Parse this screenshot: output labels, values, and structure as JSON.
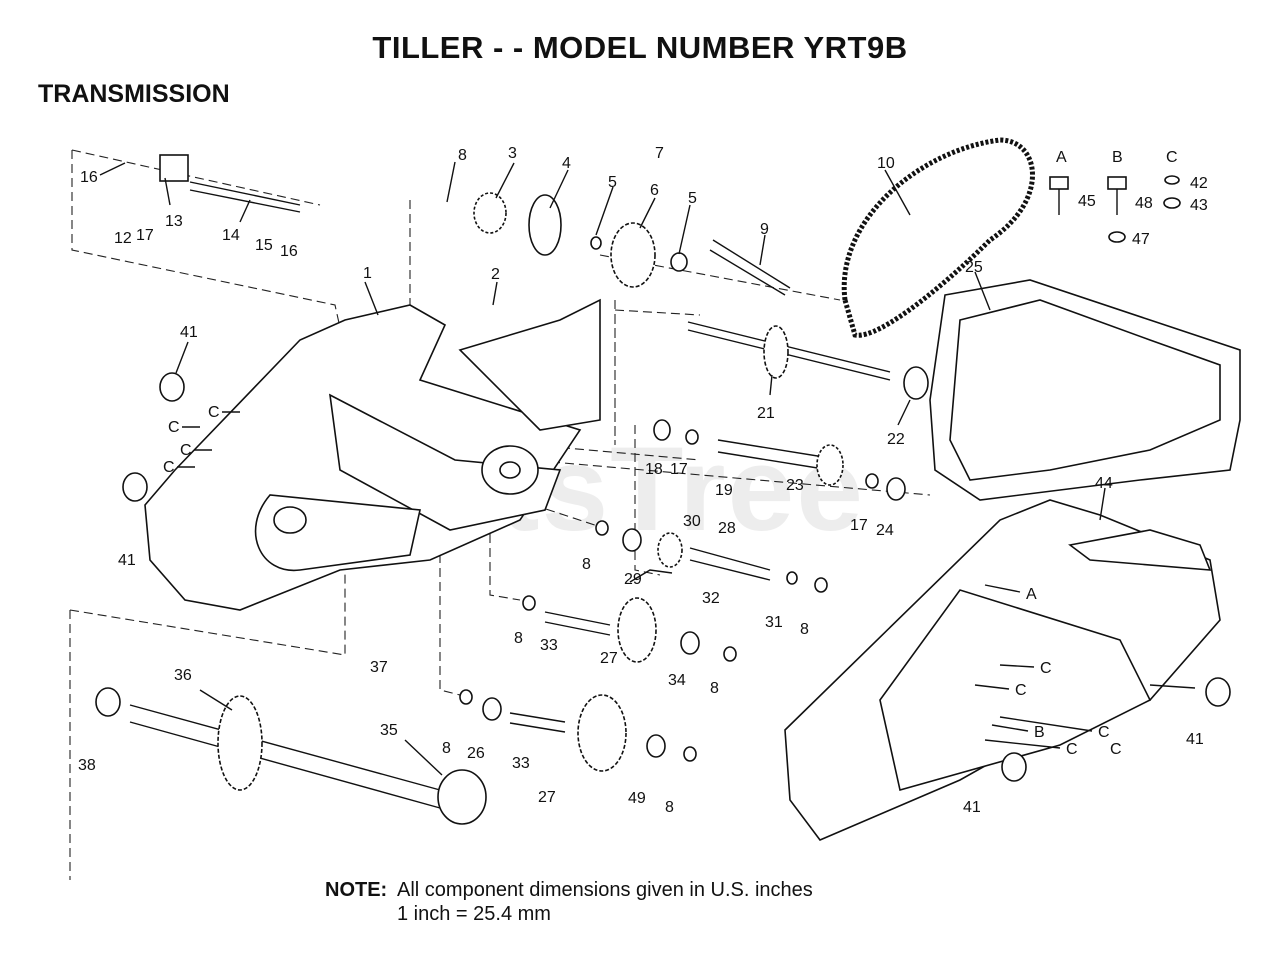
{
  "title": "TILLER - - MODEL NUMBER YRT9B",
  "section": "TRANSMISSION",
  "watermark": "PartsTree",
  "note": {
    "label": "NOTE:",
    "line1": "All component dimensions given in U.S. inches",
    "line2": "1 inch = 25.4 mm"
  },
  "callouts": [
    "16",
    "17",
    "12",
    "13",
    "14",
    "15",
    "16",
    "8",
    "3",
    "4",
    "5",
    "6",
    "7",
    "5",
    "9",
    "2",
    "1",
    "10",
    "25",
    "41",
    "21",
    "22",
    "18",
    "17",
    "19",
    "23",
    "17",
    "24",
    "44",
    "41",
    "8",
    "30",
    "28",
    "29",
    "32",
    "31",
    "8",
    "8",
    "33",
    "27",
    "34",
    "8",
    "37",
    "36",
    "38",
    "35",
    "8",
    "26",
    "33",
    "27",
    "49",
    "8",
    "41",
    "41"
  ],
  "hardware_letters": [
    "A",
    "B",
    "C"
  ],
  "hardware_numbers": [
    "45",
    "48",
    "42",
    "43",
    "47"
  ],
  "arrow_letters_left": [
    "C",
    "C",
    "C",
    "C"
  ],
  "arrow_letters_right": [
    "A",
    "C",
    "C",
    "C",
    "B",
    "C",
    "C"
  ]
}
